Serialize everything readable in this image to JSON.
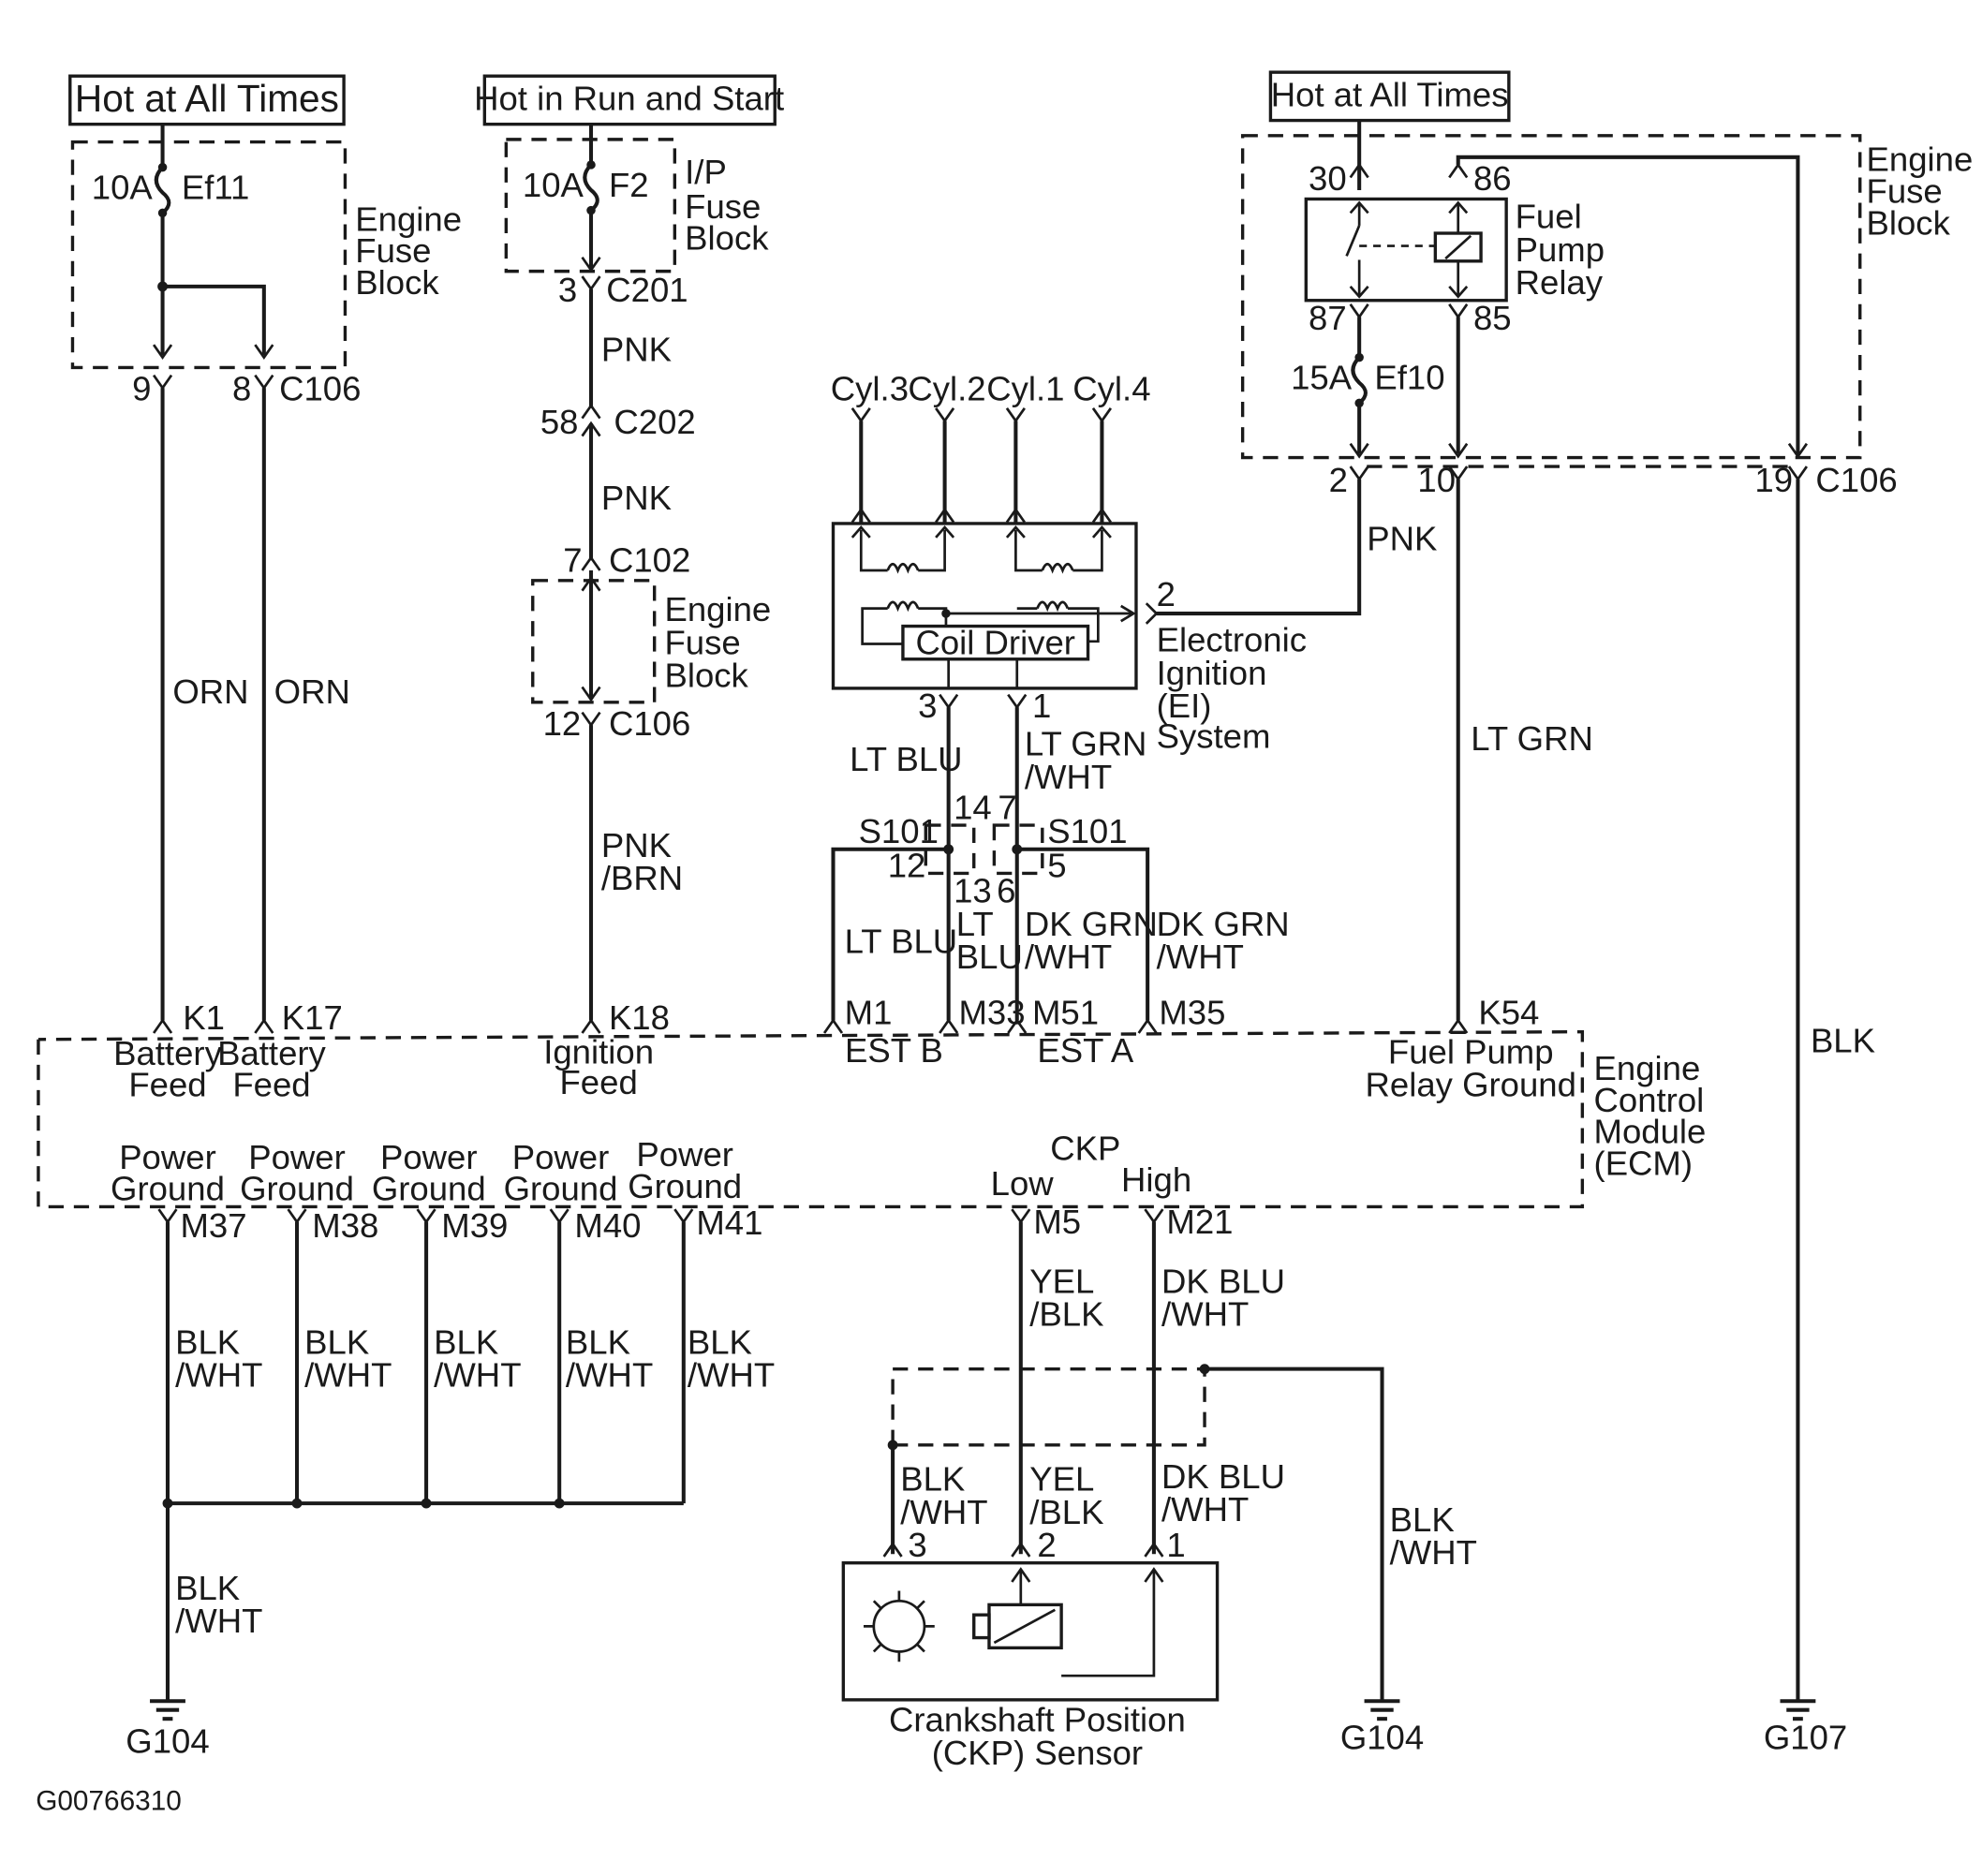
{
  "supplies": {
    "hot_all_times_1": "Hot at All Times",
    "hot_run_start": "Hot in Run and Start",
    "hot_all_times_2": "Hot at All Times"
  },
  "fuses": {
    "ef11_rating": "10A",
    "ef11_name": "Ef11",
    "f2_rating": "10A",
    "f2_name": "F2",
    "ef10_rating": "15A",
    "ef10_name": "Ef10"
  },
  "blocks": {
    "engine_fuse_block": [
      "Engine",
      "Fuse",
      "Block"
    ],
    "ip_fuse_block": [
      "I/P",
      "Fuse",
      "Block"
    ],
    "fuel_pump_relay": [
      "Fuel",
      "Pump",
      "Relay"
    ],
    "ei_system": [
      "Electronic",
      "Ignition",
      "(EI)",
      "System"
    ],
    "coil_driver": "Coil Driver",
    "ecm": [
      "Engine",
      "Control",
      "Module",
      "(ECM)"
    ],
    "ckp_sensor": [
      "Crankshaft Position",
      "(CKP) Sensor"
    ]
  },
  "cylinders": [
    "Cyl.3",
    "Cyl.2",
    "Cyl.1",
    "Cyl.4"
  ],
  "connectors": {
    "c106": "C106",
    "c201": "C201",
    "c202": "C202",
    "c102": "C102",
    "s101": "S101"
  },
  "pins": {
    "p9": "9",
    "p8": "8",
    "p3": "3",
    "p58": "58",
    "p7": "7",
    "p12": "12",
    "p30": "30",
    "p86": "86",
    "p87": "87",
    "p85": "85",
    "p2": "2",
    "p10": "10",
    "p19": "19",
    "ei_2": "2",
    "ei_3": "3",
    "ei_1": "1",
    "s_14": "14",
    "s_7": "7",
    "s_12": "12",
    "s_5": "5",
    "s_13": "13",
    "s_6": "6",
    "ckp_3": "3",
    "ckp_2": "2",
    "ckp_1": "1"
  },
  "ecm_pins": {
    "k1": "K1",
    "k17": "K17",
    "k18": "K18",
    "m1": "M1",
    "m33": "M33",
    "m51": "M51",
    "m35": "M35",
    "k54": "K54",
    "m37": "M37",
    "m38": "M38",
    "m39": "M39",
    "m40": "M40",
    "m41": "M41",
    "m5": "M5",
    "m21": "M21"
  },
  "ecm_labels": {
    "battery_feed": [
      "Battery",
      "Feed"
    ],
    "ignition_feed": [
      "Ignition",
      "Feed"
    ],
    "est_b": "EST B",
    "est_a": "EST A",
    "fuel_pump_relay_ground": [
      "Fuel Pump",
      "Relay Ground"
    ],
    "power_ground": [
      "Power",
      "Ground"
    ],
    "ckp": "CKP",
    "low": "Low",
    "high": "High"
  },
  "wires": {
    "orn": "ORN",
    "pnk": "PNK",
    "pnk_brn": [
      "PNK",
      "/BRN"
    ],
    "lt_blu": "LT BLU",
    "lt_blu_split": [
      "LT",
      "BLU"
    ],
    "lt_grn_wht": [
      "LT GRN",
      "/WHT"
    ],
    "dk_grn_wht": [
      "DK GRN",
      "/WHT"
    ],
    "lt_grn": "LT GRN",
    "blk": "BLK",
    "blk_wht": [
      "BLK",
      "/WHT"
    ],
    "yel_blk": [
      "YEL",
      "/BLK"
    ],
    "dk_blu_wht": [
      "DK BLU",
      "/WHT"
    ]
  },
  "grounds": {
    "g104_a": "G104",
    "g104_b": "G104",
    "g107": "G107"
  },
  "figure_id": "G00766310"
}
